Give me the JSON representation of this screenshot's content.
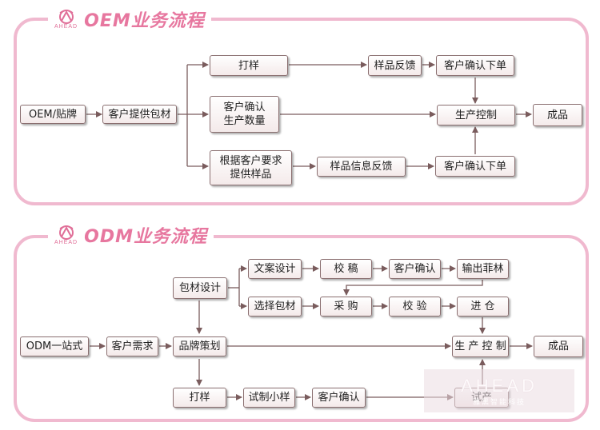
{
  "oem": {
    "logo_text": "AHEAD",
    "title": "OEM业务流程",
    "nodes": {
      "start": "OEM/贴牌",
      "materials": "客户提供包材",
      "proofing": "打样",
      "sample_feedback": "样品反馈",
      "confirm_order_top": "客户确认下单",
      "confirm_qty": "客户确认\n生产数量",
      "production_control": "生产控制",
      "finished": "成品",
      "custom_sample": "根据客户要求\n提供样品",
      "sample_info_feedback": "样品信息反馈",
      "confirm_order_bottom": "客户确认下单"
    }
  },
  "odm": {
    "logo_text": "AHEAD",
    "title": "ODM业务流程",
    "nodes": {
      "start": "ODM一站式",
      "requirements": "客户需求",
      "brand_planning": "品牌策划",
      "package_design": "包材设计",
      "copy_design": "文案设计",
      "proofread": "校 稿",
      "customer_confirm": "客户确认",
      "film_output": "输出菲林",
      "select_materials": "选择包材",
      "purchase": "采 购",
      "inspection": "校 验",
      "warehousing": "进 仓",
      "production_control": "生 产 控 制",
      "finished": "成品",
      "proofing": "打样",
      "trial_sample": "试制小样",
      "customer_confirm_2": "客户确认",
      "trial_production": "试产"
    }
  },
  "watermark": {
    "brand": "AHEAD",
    "subtitle": "雅黑智能科技"
  },
  "colors": {
    "panel_border": "#f0b9cf",
    "title": "#e7779f",
    "connector": "#7a5c5d",
    "box_border": "#8a6f70"
  }
}
